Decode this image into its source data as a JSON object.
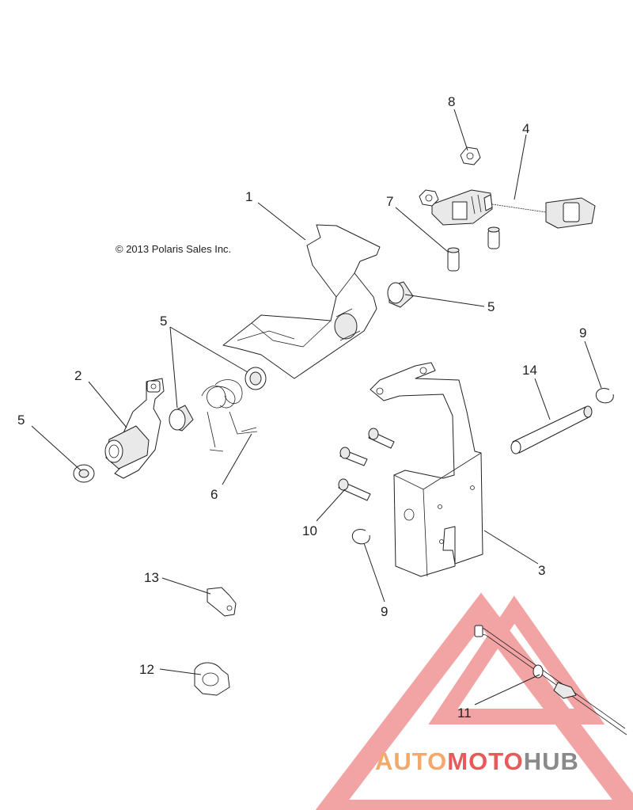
{
  "copyright": "© 2013 Polaris Sales Inc.",
  "watermark": {
    "brand_part1": "AUTO",
    "brand_part2": "MOTO",
    "brand_part3": "HUB",
    "color_primary": "#f2a96b",
    "color_secondary": "#e85a5a",
    "color_tertiary": "#8a8a8a"
  },
  "callouts": [
    {
      "id": "c1",
      "label": "1"
    },
    {
      "id": "c2",
      "label": "2"
    },
    {
      "id": "c3",
      "label": "3"
    },
    {
      "id": "c4",
      "label": "4"
    },
    {
      "id": "c5a",
      "label": "5"
    },
    {
      "id": "c5b",
      "label": "5"
    },
    {
      "id": "c5c",
      "label": "5"
    },
    {
      "id": "c6",
      "label": "6"
    },
    {
      "id": "c7",
      "label": "7"
    },
    {
      "id": "c8",
      "label": "8"
    },
    {
      "id": "c9a",
      "label": "9"
    },
    {
      "id": "c9b",
      "label": "9"
    },
    {
      "id": "c10",
      "label": "10"
    },
    {
      "id": "c11",
      "label": "11"
    },
    {
      "id": "c12",
      "label": "12"
    },
    {
      "id": "c13",
      "label": "13"
    },
    {
      "id": "c14",
      "label": "14"
    }
  ]
}
